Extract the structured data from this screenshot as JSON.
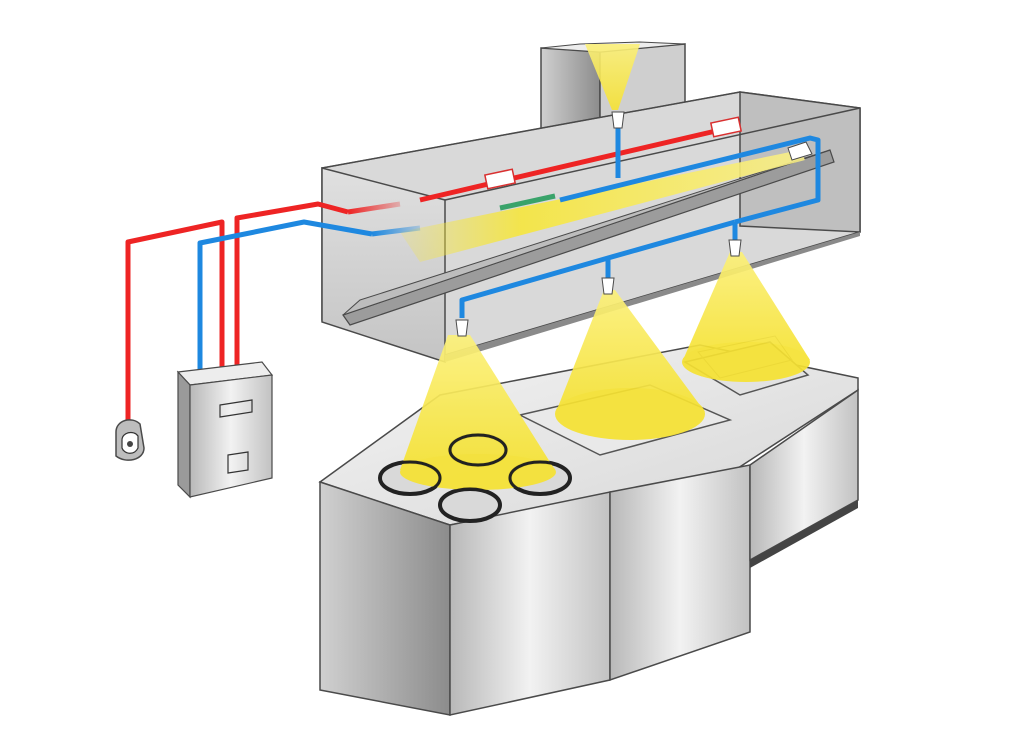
{
  "diagram": {
    "components": [
      {
        "id": "exhaust-duct",
        "icon": "duct"
      },
      {
        "id": "exhaust-hood",
        "icon": "hood"
      },
      {
        "id": "grease-filter",
        "icon": "filter"
      },
      {
        "id": "detection-line",
        "icon": "red-pipe",
        "color": "#ee2424"
      },
      {
        "id": "agent-distribution-line",
        "icon": "blue-pipe",
        "color": "#1e88e0"
      },
      {
        "id": "control-cabinet",
        "icon": "cabinet"
      },
      {
        "id": "manual-pull-station",
        "icon": "pull-station"
      },
      {
        "id": "heat-detectors",
        "icon": "detector",
        "count": 2
      },
      {
        "id": "discharge-nozzles",
        "icon": "nozzle",
        "count": 5
      },
      {
        "id": "range-with-burners",
        "icon": "range",
        "burners": 4
      },
      {
        "id": "griddle",
        "icon": "griddle"
      },
      {
        "id": "fryer",
        "icon": "fryer"
      }
    ],
    "colors": {
      "detection": "#ee2424",
      "agent": "#1e88e0",
      "spray": "#f7e53c",
      "steel_light": "#e4e4e4",
      "steel_dark": "#9a9a9a",
      "outline": "#4a4a4a",
      "background": "#ffffff"
    }
  }
}
